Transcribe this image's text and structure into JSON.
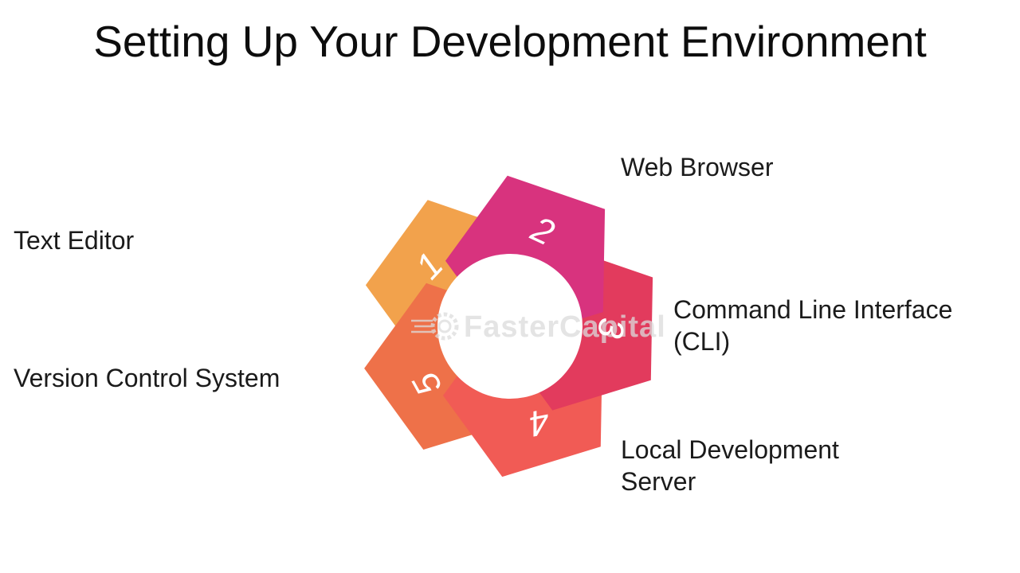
{
  "title": "Setting Up Your Development Environment",
  "watermark": {
    "text": "FasterCapital",
    "color": "#dcdcdc"
  },
  "diagram": {
    "number_color": "#ffffff",
    "petals": [
      {
        "number": "1",
        "label": "Text Editor",
        "color": "#f2a24c"
      },
      {
        "number": "2",
        "label": "Web Browser",
        "color": "#d8337e"
      },
      {
        "number": "3",
        "label": "Command Line Interface (CLI)",
        "color": "#e23b5d"
      },
      {
        "number": "4",
        "label": "Local Development Server",
        "color": "#f15b55"
      },
      {
        "number": "5",
        "label": "Version Control System",
        "color": "#ee7149"
      }
    ]
  }
}
